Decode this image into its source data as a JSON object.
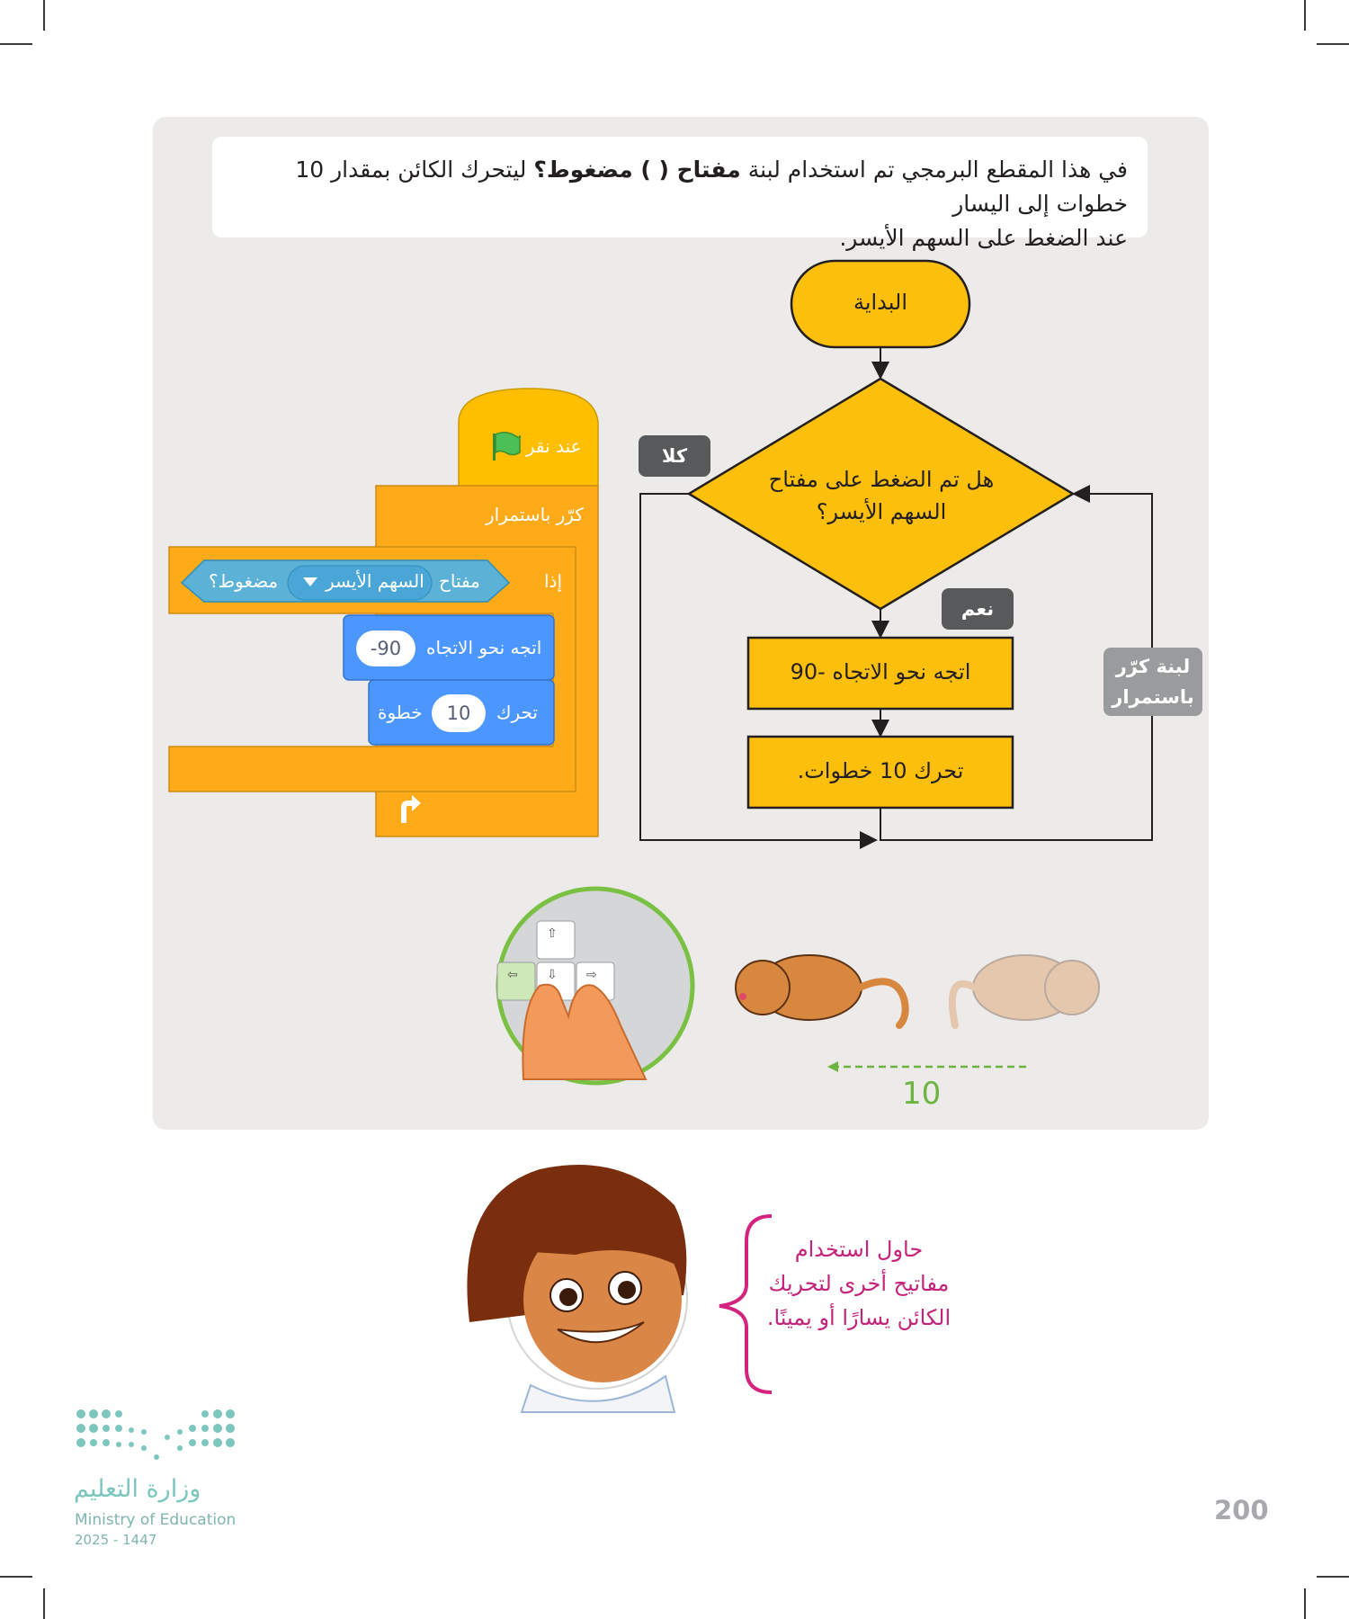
{
  "intro": {
    "line1_a": "في هذا المقطع البرمجي تم استخدام لبنة ",
    "line1_bold": "مفتاح ( ) مضغوط؟",
    "line1_b": " ليتحرك الكائن بمقدار 10 خطوات إلى اليسار",
    "line2": "عند الضغط على السهم الأيسر."
  },
  "flowchart": {
    "start": "البداية",
    "decision_line1": "هل تم الضغط على مفتاح",
    "decision_line2": "السهم الأيسر؟",
    "no_label": "كلا",
    "yes_label": "نعم",
    "step1": "اتجه نحو الاتجاه -90",
    "step2": "تحرك 10 خطوات.",
    "loop_label_line1": "لبنة كرّر",
    "loop_label_line2": "باستمرار"
  },
  "scratch": {
    "hat": "عند نقر",
    "forever": "كرّر باستمرار",
    "if": "إذا",
    "key": "مفتاح",
    "key_value": "السهم الأيسر",
    "pressed": "مضغوط؟",
    "point": "اتجه نحو الاتجاه",
    "point_value": "-90",
    "move": "تحرك",
    "move_value": "10",
    "steps": "خطوة",
    "colors": {
      "events": "#ffbf00",
      "control": "#ffab19",
      "motion": "#4c97ff",
      "sensing": "#5cb1d6"
    }
  },
  "movement_distance": "10",
  "tip": {
    "line1": "حاول استخدام",
    "line2": "مفاتيح أخرى لتحريك",
    "line3": "الكائن يسارًا أو يمينًا."
  },
  "footer": {
    "ministry_ar": "وزارة التعليم",
    "ministry_en": "Ministry of Education",
    "year": "2025 - 1447",
    "page_number": "200"
  }
}
